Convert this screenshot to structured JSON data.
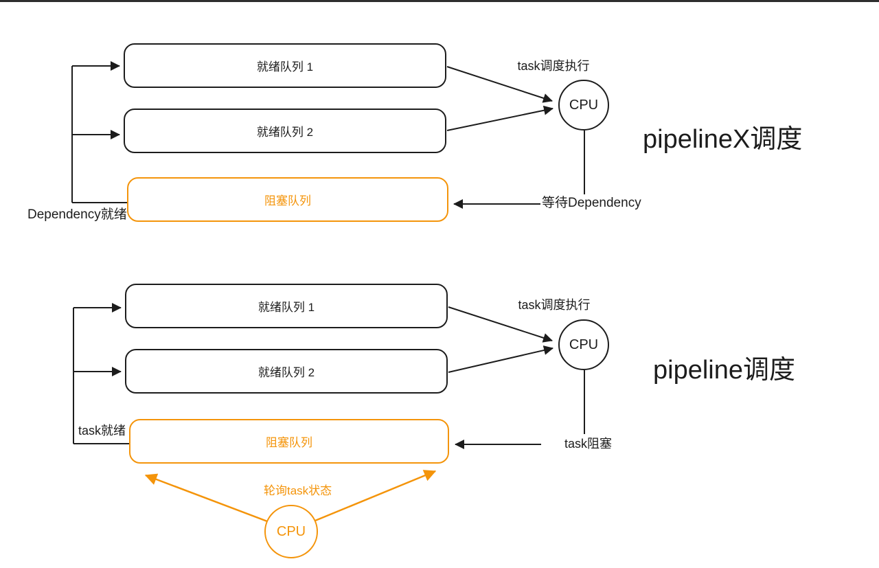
{
  "colors": {
    "accent": "#F4940A",
    "ink": "#1C1C1C",
    "background": "#FFFFFF"
  },
  "top_diagram": {
    "title": "pipelineX调度",
    "ready_queue_1": "就绪队列 1",
    "ready_queue_2": "就绪队列 2",
    "blocked_queue": "阻塞队列",
    "cpu": "CPU",
    "dispatch_label": "task调度执行",
    "wait_label": "等待Dependency",
    "ready_label": "Dependency就绪"
  },
  "bottom_diagram": {
    "title": "pipeline调度",
    "ready_queue_1": "就绪队列 1",
    "ready_queue_2": "就绪队列 2",
    "blocked_queue": "阻塞队列",
    "cpu": "CPU",
    "poll_cpu": "CPU",
    "dispatch_label": "task调度执行",
    "block_label": "task阻塞",
    "ready_label": "task就绪",
    "poll_label": "轮询task状态"
  }
}
